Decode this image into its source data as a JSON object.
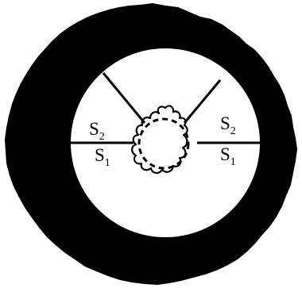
{
  "figure": {
    "labels": {
      "left_upper": {
        "symbol": "S",
        "subscript": "2"
      },
      "left_lower": {
        "symbol": "S",
        "subscript": "1"
      },
      "right_upper": {
        "symbol": "S",
        "subscript": "2"
      },
      "right_lower": {
        "symbol": "S",
        "subscript": "1"
      }
    },
    "colors": {
      "outer_mass": "#000000",
      "inner_disk": "#ffffff",
      "lines": "#000000"
    }
  }
}
